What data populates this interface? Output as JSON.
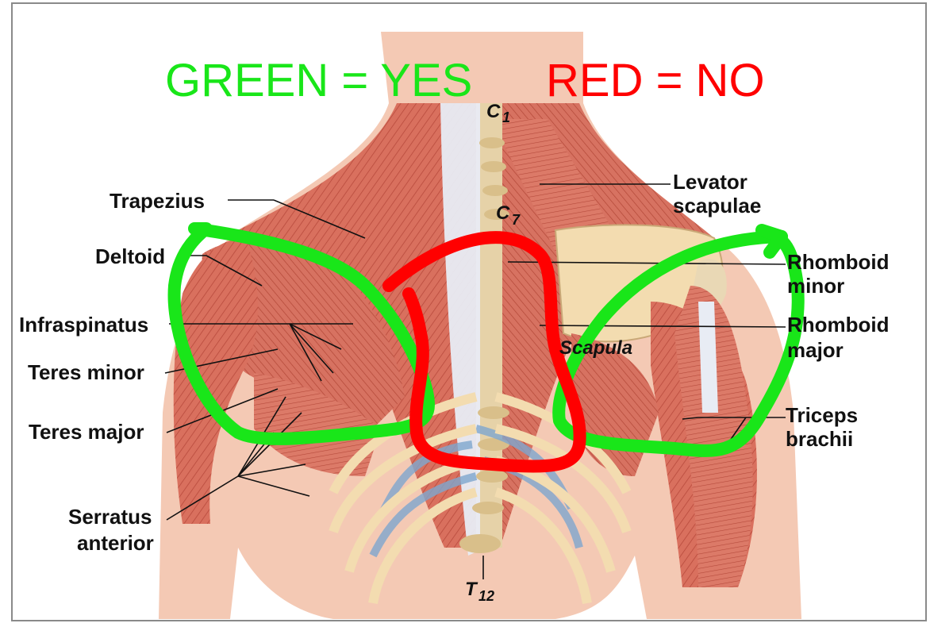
{
  "legend": {
    "green_text": "GREEN = YES",
    "red_text": "RED = NO",
    "green_color": "#19e619",
    "red_color": "#ff0000"
  },
  "labels": {
    "trapezius": "Trapezius",
    "deltoid": "Deltoid",
    "infraspinatus": "Infraspinatus",
    "teres_minor": "Teres minor",
    "teres_major": "Teres major",
    "serratus_l1": "Serratus",
    "serratus_l2": "anterior",
    "levator_l1": "Levator",
    "levator_l2": "scapulae",
    "rhomboid_minor_l1": "Rhomboid",
    "rhomboid_minor_l2": "minor",
    "rhomboid_major_l1": "Rhomboid",
    "rhomboid_major_l2": "major",
    "triceps_l1": "Triceps",
    "triceps_l2": "brachii",
    "scapula": "Scapula"
  },
  "vertebrae": {
    "c1_letter": "C",
    "c1_num": "1",
    "c7_letter": "C",
    "c7_num": "7",
    "t12_letter": "T",
    "t12_num": "12"
  },
  "colors": {
    "muscle": "#d9705e",
    "muscle_dark": "#b84a3c",
    "skin": "#f4c9b4",
    "tendon": "#e8ecf4",
    "bone": "#f3dcb0",
    "intercostal": "#7fa7cf"
  }
}
